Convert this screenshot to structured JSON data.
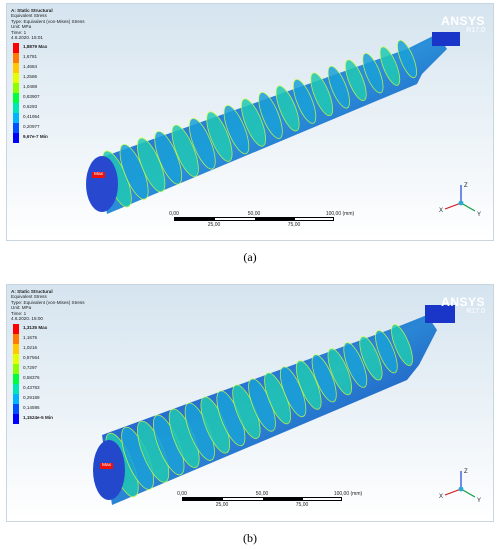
{
  "panels": [
    {
      "id": "a",
      "info": {
        "title": "A: Static Structural",
        "result": "Equivalent Stress",
        "type": "Type: Equivalent (von-Mises) Stress",
        "unit": "Unit: MPa",
        "time": "Time: 1",
        "date": "4.6.2020. 15:01"
      },
      "legend": [
        "1,8879 Max",
        "1,6781",
        "1,4684",
        "1,2586",
        "1,0488",
        "0,83907",
        "0,6293",
        "0,41954",
        "0,20977",
        "9,67e-7 Min"
      ],
      "max_tag": "Max",
      "scale_top": [
        "0,00",
        "50,00",
        "100,00 (mm)"
      ],
      "scale_bottom": [
        "25,00",
        "75,00"
      ],
      "caption": "(a)"
    },
    {
      "id": "b",
      "info": {
        "title": "A: Static Structural",
        "result": "Equivalent Stress",
        "type": "Type: Equivalent (von-Mises) Stress",
        "unit": "Unit: MPa",
        "time": "Time: 1",
        "date": "4.6.2020. 15:00"
      },
      "legend": [
        "1,3135 Max",
        "1,1675",
        "1,0216",
        "0,87564",
        "0,7297",
        "0,58376",
        "0,43783",
        "0,29189",
        "0,14595",
        "1,1524e-5 Min"
      ],
      "max_tag": "Max",
      "scale_top": [
        "0,00",
        "50,00",
        "100,00 (mm)"
      ],
      "scale_bottom": [
        "25,00",
        "75,00"
      ],
      "caption": "(b)"
    }
  ],
  "brand": {
    "name": "ANSYS",
    "version": "R17.0"
  },
  "legend_colors": [
    "#ff0000",
    "#ff7a00",
    "#ffc800",
    "#e6ff00",
    "#8cff00",
    "#00ff3c",
    "#00e6b4",
    "#00b4ff",
    "#0050ff",
    "#0000ff"
  ],
  "triad_labels": {
    "x": "X",
    "y": "Y",
    "z": "Z"
  }
}
